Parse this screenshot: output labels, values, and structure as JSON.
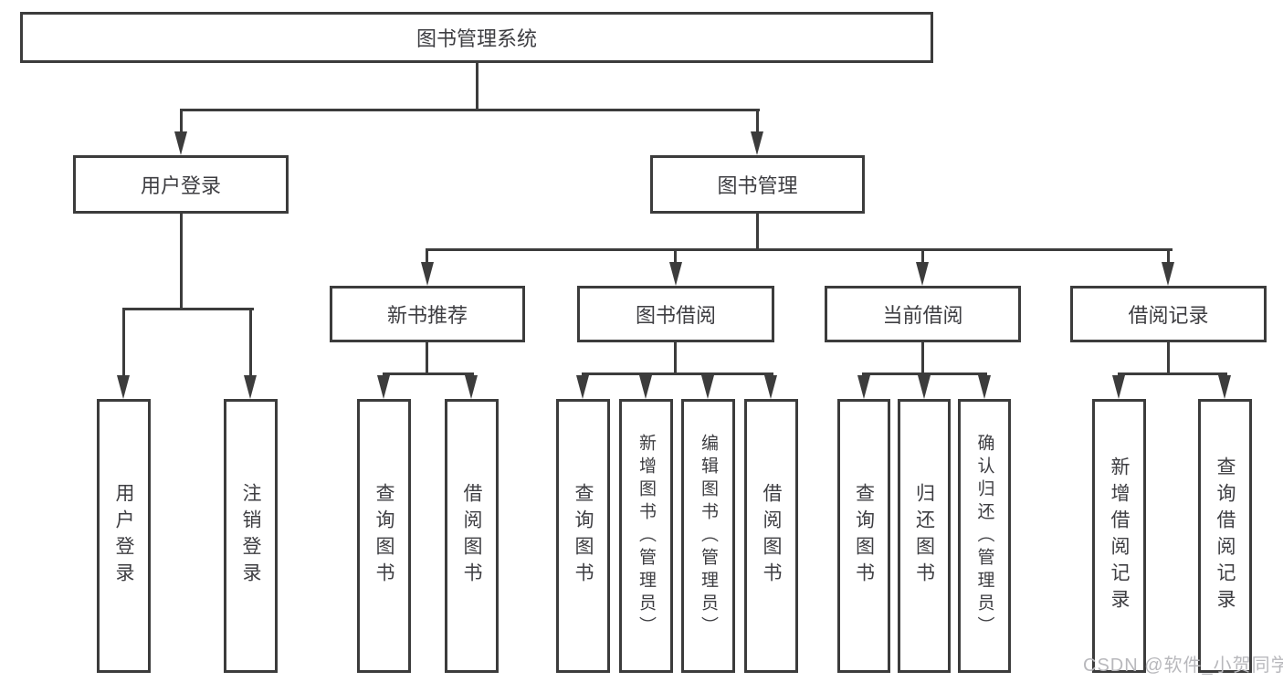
{
  "diagram": {
    "root": "图书管理系统",
    "branches": {
      "user_login": "用户登录",
      "book_mgmt": "图书管理"
    },
    "modules": {
      "new_books": "新书推荐",
      "book_borrow": "图书借阅",
      "current_borrow": "当前借阅",
      "borrow_records": "借阅记录"
    },
    "leaves": {
      "user_login": [
        "用户登录",
        "注销登录"
      ],
      "new_books": [
        "查询图书",
        "借阅图书"
      ],
      "book_borrow": [
        "查询图书",
        "新增图书（管理员）",
        "编辑图书（管理员）",
        "借阅图书"
      ],
      "current_borrow": [
        "查询图书",
        "归还图书",
        "确认归还（管理员）"
      ],
      "borrow_records": [
        "新增借阅记录",
        "查询借阅记录"
      ]
    }
  },
  "watermark": "CSDN @软件_小贺同学",
  "colors": {
    "line": "#3c3c3c",
    "text": "#3e3e42",
    "background": "#ffffff",
    "watermark": "#b8b8bc"
  }
}
